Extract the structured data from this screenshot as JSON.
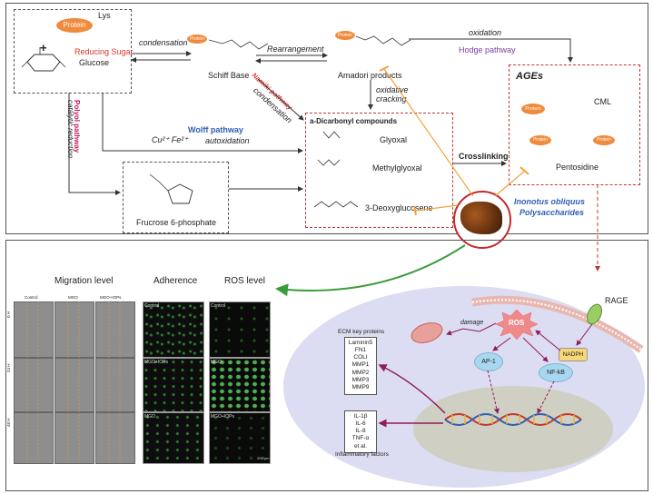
{
  "top": {
    "protein": "Protein",
    "lys": "Lys",
    "plus": "+",
    "reducing_sugar": "Reducing Sugar",
    "glucose": "Glucose",
    "condensation": "condensation",
    "schiff_base": "Schiff Base",
    "rearrangement": "Rearrangement",
    "amadori": "Amadori products",
    "oxidation": "oxidation",
    "hodge": "Hodge pathway",
    "ages": "AGEs",
    "cml": "CML",
    "pentosidine": "Pentosidine",
    "namiki_condensation": "condensation",
    "namiki": "Namiki pathway",
    "oxidative_cracking_1": "oxidative",
    "oxidative_cracking_2": "cracking",
    "wolff": "Wolff pathway",
    "metals": "Cu²⁺ Fe²⁺",
    "autoxidation": "autoxidation",
    "polyol": "Polyol pathway",
    "catalytic_reduction": "catalytic reduction",
    "dicarbonyl_title": "a-Dicarbonyl compounds",
    "glyoxal": "Glyoxal",
    "methylglyoxal": "Methylglyoxal",
    "deoxyglucosene": "3-Deoxyglucosene",
    "crosslinking": "Crosslinking",
    "fructose": "Frucrose 6-phosphate",
    "inonotus_1": "Inonotus obliquus",
    "inonotus_2": "Polysaccharides"
  },
  "bottom": {
    "migration_level": "Migration level",
    "adherence": "Adherence",
    "ros_level": "ROS level",
    "mig_cols": [
      "Control",
      "MGO",
      "MGO+IOPs"
    ],
    "mig_rows": [
      "0 H",
      "24 H",
      "48 H"
    ],
    "adh_labels": [
      "Control",
      "MGO+IOPs",
      "MGO"
    ],
    "ros_labels": [
      "Control",
      "MGO",
      "MGO+IOPs"
    ],
    "scale": "200 μm",
    "damage": "damage",
    "ros": "ROS",
    "rage": "RAGE",
    "nadph": "NADPH",
    "ap1": "AP-1",
    "nfkb": "NF-kB",
    "ecm_title": "ECM key proteins",
    "ecm_items": [
      "Laminin5",
      "FN1",
      "COLI",
      "MMP1",
      "MMP2",
      "MMP3",
      "MMP9"
    ],
    "infl_items": [
      "IL-1β",
      "IL-6",
      "IL-8",
      "TNF-α",
      "et al."
    ],
    "infl_title": "Inflammatory factors"
  },
  "colors": {
    "orange": "#f08a3c",
    "red_text": "#d9362b",
    "blue_text": "#2f5fb3",
    "purple_text": "#7a3e9d",
    "magenta_text": "#c2185b",
    "cell": "#dcdcf2",
    "nucleus": "#cfcfc4"
  }
}
